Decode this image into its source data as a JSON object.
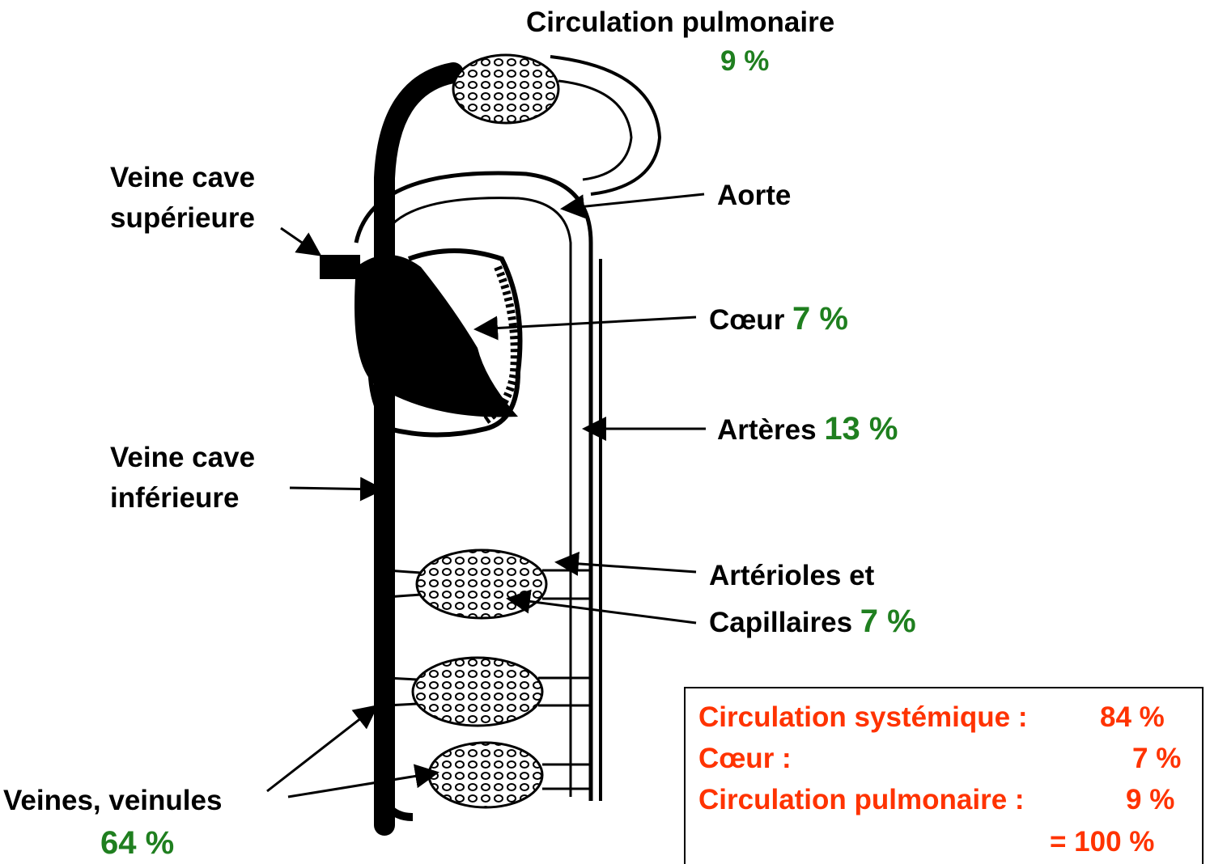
{
  "labels": {
    "pulmonary": {
      "title": "Circulation pulmonaire",
      "value": "9 %"
    },
    "vena_cava_superior": {
      "line1": "Veine cave",
      "line2": "supérieure"
    },
    "aorta": {
      "title": "Aorte"
    },
    "heart": {
      "title": "Cœur",
      "value": "7 %"
    },
    "arteries": {
      "title": "Artères",
      "value": "13 %"
    },
    "vena_cava_inferior": {
      "line1": "Veine cave",
      "line2": "inférieure"
    },
    "arterioles": {
      "line1": "Artérioles et",
      "line2": "Capillaires",
      "value": "7 %"
    },
    "veins": {
      "title": "Veines, veinules",
      "value": "64 %"
    }
  },
  "summary": {
    "rows": [
      {
        "label": "Circulation systémique :",
        "value": "84 %"
      },
      {
        "label": "Cœur :",
        "value": "7 %"
      },
      {
        "label": "Circulation pulmonaire :",
        "value": "9 %"
      },
      {
        "label": "",
        "value": "=  100 %"
      }
    ]
  },
  "colors": {
    "value_green": "#1f7f1f",
    "summary_red": "#ff3300"
  }
}
